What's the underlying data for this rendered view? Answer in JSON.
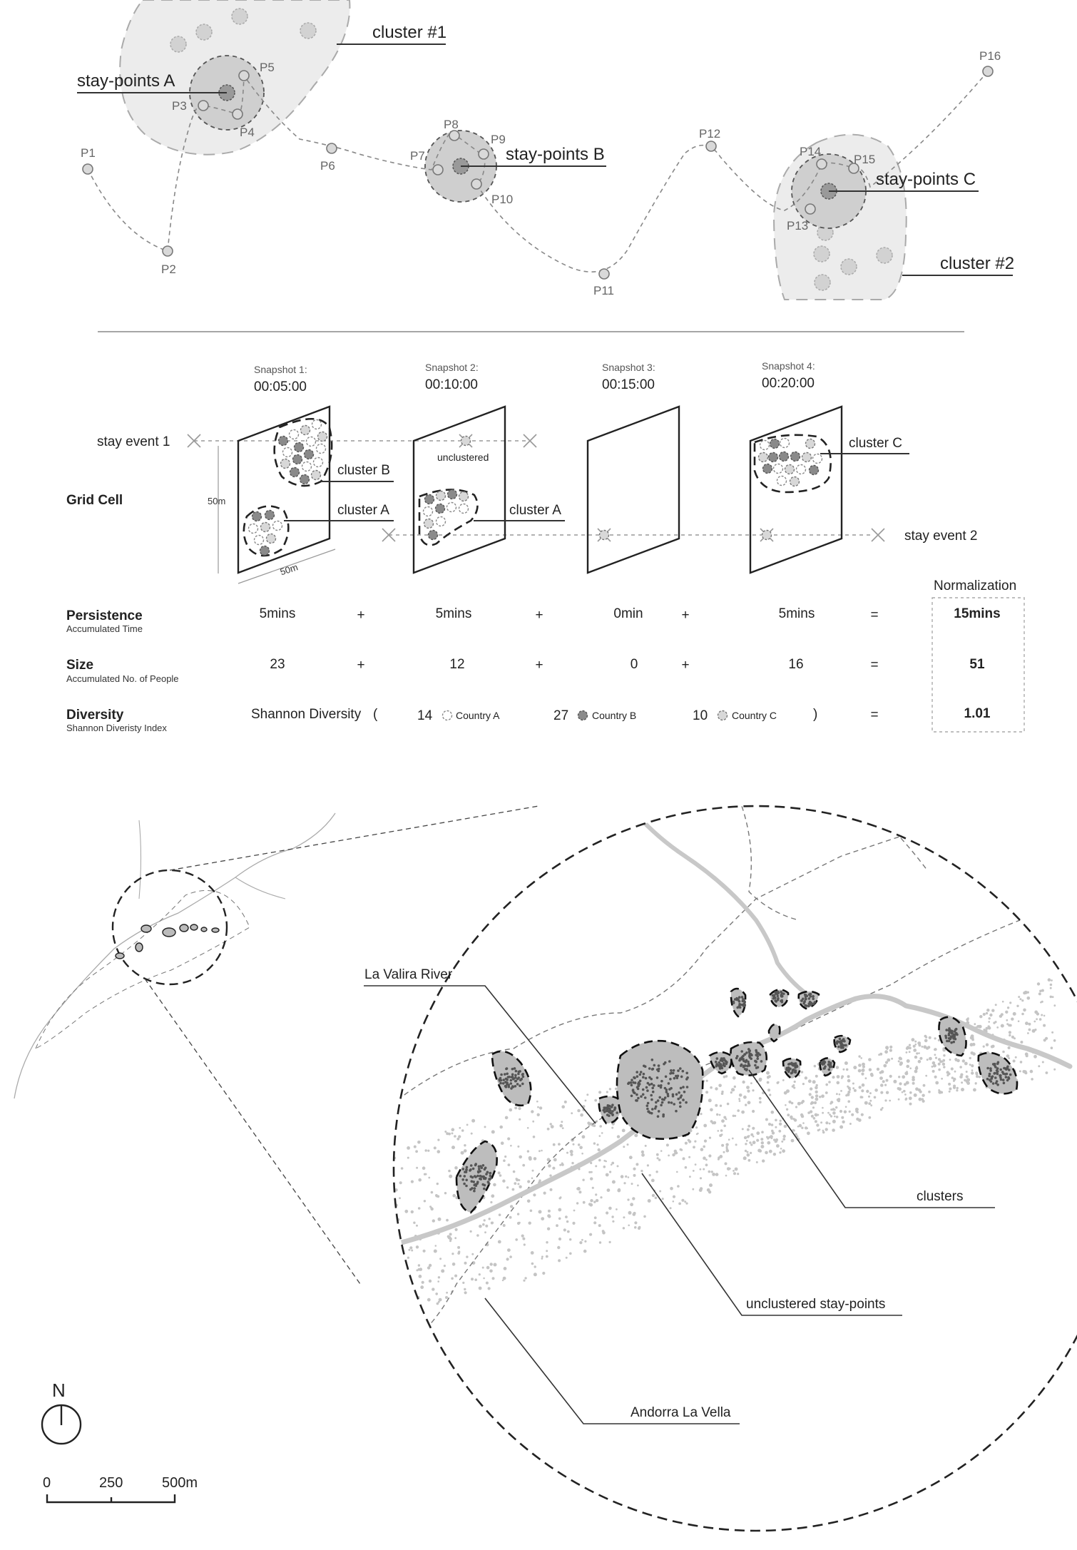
{
  "trajectory": {
    "points": [
      "P1",
      "P2",
      "P3",
      "P4",
      "P5",
      "P6",
      "P7",
      "P8",
      "P9",
      "P10",
      "P11",
      "P12",
      "P13",
      "P14",
      "P15",
      "P16"
    ],
    "stay_points": [
      "stay-points A",
      "stay-points B",
      "stay-points C"
    ],
    "clusters": [
      "cluster #1",
      "cluster #2"
    ]
  },
  "snapshots": [
    {
      "title": "Snapshot 1:",
      "time": "00:05:00"
    },
    {
      "title": "Snapshot 2:",
      "time": "00:10:00"
    },
    {
      "title": "Snapshot 3:",
      "time": "00:15:00"
    },
    {
      "title": "Snapshot 4:",
      "time": "00:20:00"
    }
  ],
  "grid": {
    "label": "Grid Cell",
    "size_v": "50m",
    "size_h": "50m",
    "stay_event_1": "stay event 1",
    "stay_event_2": "stay event 2",
    "cluster_b": "cluster B",
    "cluster_a1": "cluster A",
    "cluster_a2": "cluster A",
    "cluster_c": "cluster C",
    "unclustered": "unclustered"
  },
  "normalization_label": "Normalization",
  "metrics": [
    {
      "name": "Persistence",
      "sub": "Accumulated Time",
      "values": [
        "5mins",
        "5mins",
        "0min",
        "5mins"
      ],
      "result": "15mins"
    },
    {
      "name": "Size",
      "sub": "Accumulated No. of People",
      "values": [
        "23",
        "12",
        "0",
        "16"
      ],
      "result": "51"
    },
    {
      "name": "Diversity",
      "sub": "Shannon Diveristy Index",
      "result": "1.01"
    }
  ],
  "diversity_formula": {
    "prefix": "Shannon Diversity",
    "open": "(",
    "close": ")",
    "terms": [
      {
        "count": "14",
        "label": "Country A"
      },
      {
        "count": "27",
        "label": "Country B"
      },
      {
        "count": "10",
        "label": "Country C"
      }
    ]
  },
  "operators": {
    "plus": "+",
    "equals": "="
  },
  "map": {
    "labels": [
      "La Valira River",
      "clusters",
      "unclustered stay-points",
      "Andorra La Vella"
    ],
    "north": "N",
    "scale": [
      "0",
      "250",
      "500m"
    ]
  },
  "colors": {
    "country_a": "#ffffff",
    "country_b": "#8a8a8a",
    "country_c": "#d8d8d8",
    "cluster_fill": "#ececec"
  }
}
